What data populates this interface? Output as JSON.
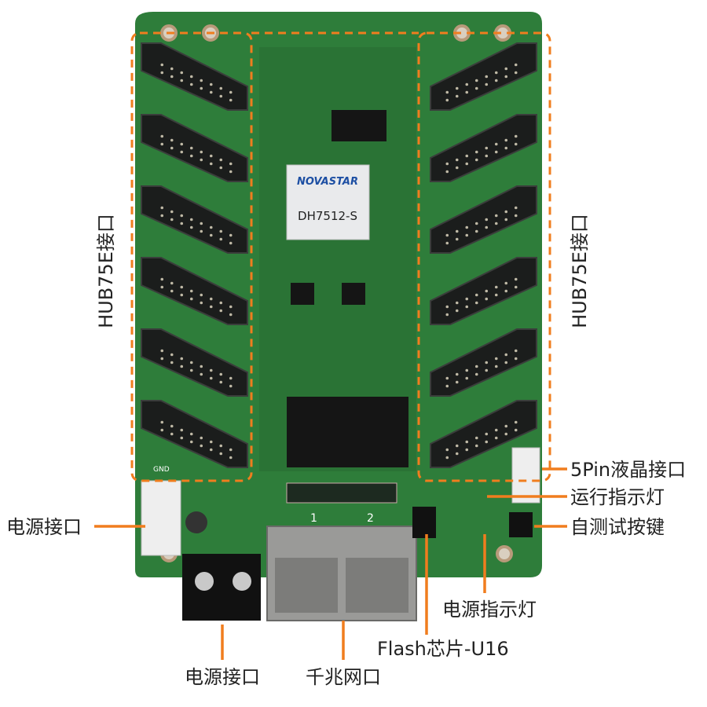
{
  "board": {
    "chip_brand": "NOVASTAR",
    "chip_model": "DH7512-S",
    "port_numbers": [
      "1",
      "2"
    ],
    "silkscreen_gnd": "GND",
    "colors": {
      "pcb": "#2e7d3a",
      "accent": "#f07d1e",
      "chip": "#e9eaec",
      "brand_blue": "#1d4fa3"
    }
  },
  "labels": {
    "hub_left": "HUB75E接口",
    "hub_right": "HUB75E接口",
    "lcd_port": "5Pin液晶接口",
    "run_led": "运行指示灯",
    "self_test": "自测试按键",
    "power_left": "电源接口",
    "power_led": "电源指示灯",
    "flash": "Flash芯片-U16",
    "power_bottom": "电源接口",
    "ethernet": "千兆网口"
  }
}
